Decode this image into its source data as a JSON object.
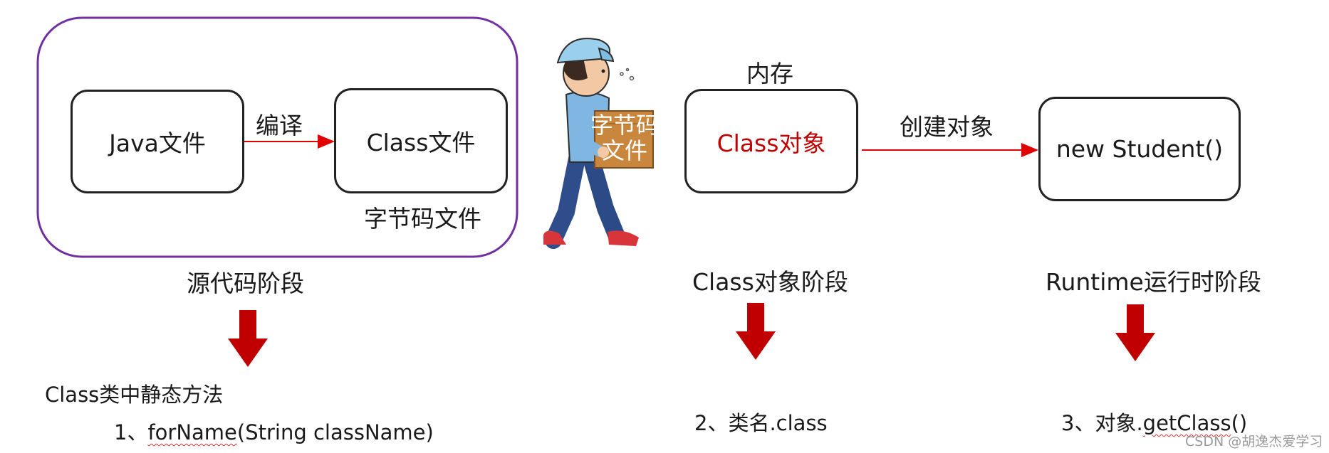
{
  "stage1": {
    "java_file": "Java文件",
    "compile": "编译",
    "class_file": "Class文件",
    "bytecode_file": "字节码文件",
    "title": "源代码阶段"
  },
  "courier": {
    "box_line1": "字节码",
    "box_line2": "文件"
  },
  "stage2": {
    "memory": "内存",
    "class_object": "Class对象",
    "create_object": "创建对象",
    "title": "Class对象阶段"
  },
  "stage3": {
    "new_student": "new Student()",
    "title": "Runtime运行时阶段"
  },
  "methods": {
    "heading": "Class类中静态方法",
    "item1_prefix": "1、",
    "item1_underlined": "forName",
    "item1_rest": "(String className)",
    "item2_prefix": "2、",
    "item2_rest": "类名.class",
    "item3_prefix": "3、",
    "item3_text": "对象.",
    "item3_underlined": "getClass",
    "item3_rest": "()"
  },
  "watermark": "CSDN @胡逸杰爱学习",
  "colors": {
    "stage_border": "#7030a0",
    "arrow_red": "#e00000",
    "down_arrow": "#c00000"
  }
}
